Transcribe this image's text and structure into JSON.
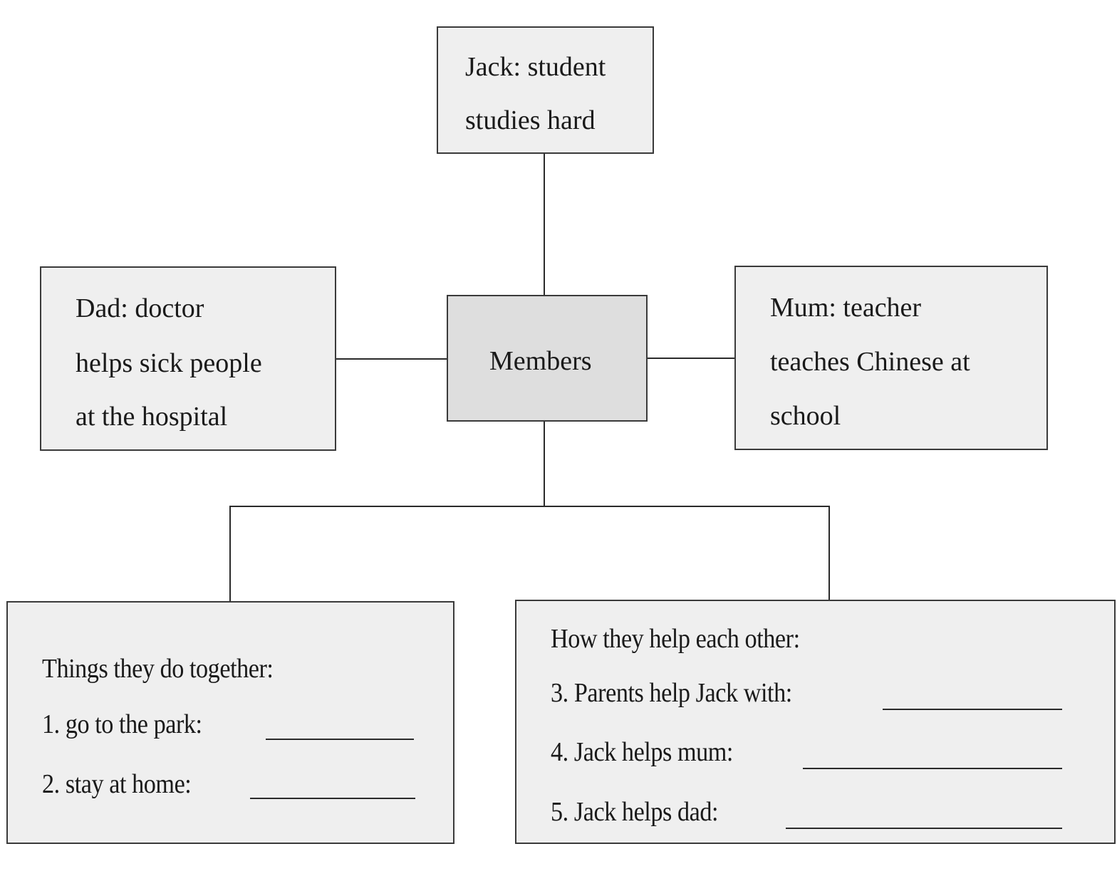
{
  "diagram": {
    "center": {
      "label": "Members"
    },
    "top": {
      "lines": [
        "Jack: student",
        "studies hard"
      ]
    },
    "left": {
      "lines": [
        "Dad: doctor",
        "helps sick people",
        "at the hospital"
      ]
    },
    "right": {
      "lines": [
        "Mum: teacher",
        "teaches Chinese at",
        "school"
      ]
    },
    "bottom_left": {
      "heading": "Things they do together:",
      "items": [
        {
          "label": "1. go to the park:",
          "answer": ""
        },
        {
          "label": "2. stay at home:",
          "answer": ""
        }
      ]
    },
    "bottom_right": {
      "heading": "How they help each other:",
      "items": [
        {
          "label": "3. Parents help Jack with:",
          "answer": ""
        },
        {
          "label": "4. Jack helps mum:",
          "answer": ""
        },
        {
          "label": "5. Jack helps dad:",
          "answer": ""
        }
      ]
    }
  },
  "colors": {
    "box_fill": "#ebebeb",
    "center_fill": "#dedede",
    "border": "#3a3a3a",
    "text": "#1a1a1a"
  }
}
